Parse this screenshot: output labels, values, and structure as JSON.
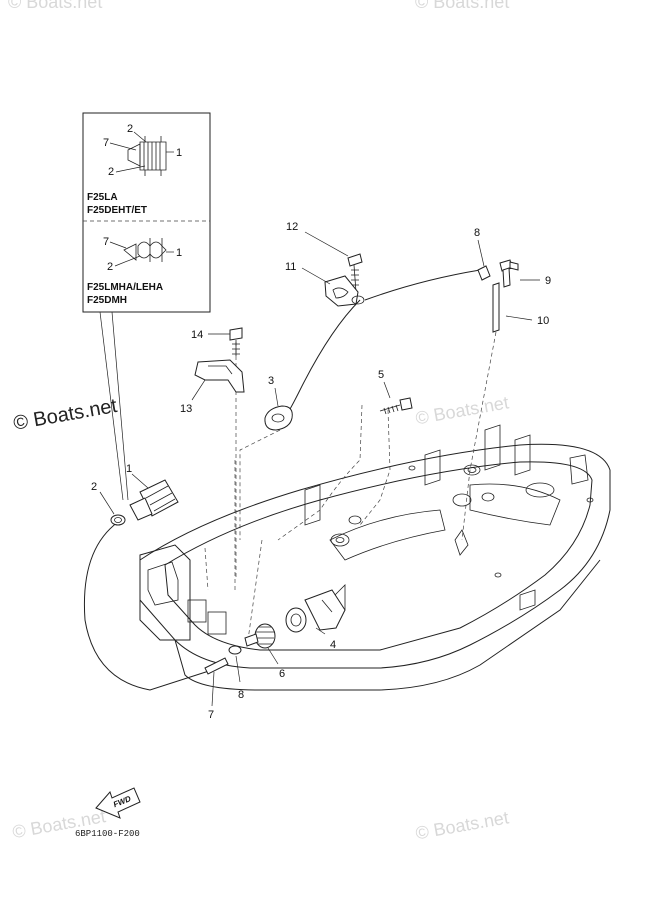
{
  "diagram": {
    "inset": {
      "variant_top_lines": [
        "F25LA",
        "F25DEHT/ET"
      ],
      "variant_bottom_lines": [
        "F25LMHA/LEHA",
        "F25DMH"
      ],
      "top_callouts": [
        "2",
        "7",
        "1",
        "2"
      ],
      "bottom_callouts": [
        "7",
        "1",
        "2"
      ]
    },
    "callouts": [
      "12",
      "8",
      "11",
      "9",
      "10",
      "14",
      "3",
      "5",
      "13",
      "1",
      "2",
      "4",
      "6",
      "8",
      "7"
    ],
    "fwd_label": "FWD",
    "part_code": "6BP1100-F200",
    "watermarks": {
      "main": "© Boats.net",
      "faint": "© Boats.net"
    }
  }
}
